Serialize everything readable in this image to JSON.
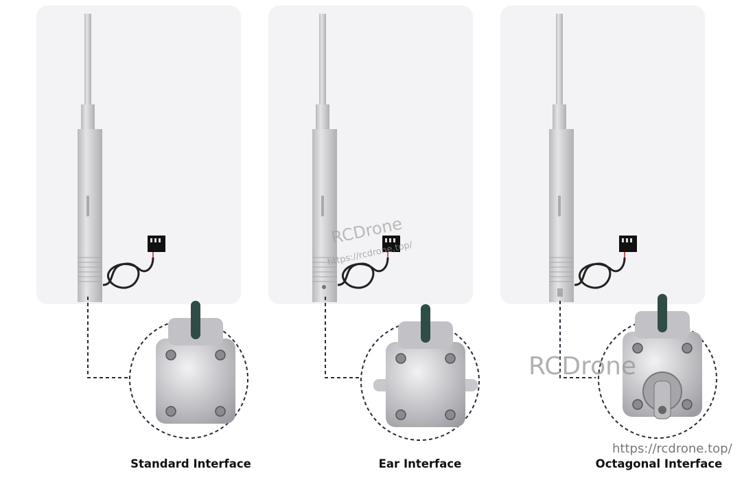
{
  "figure": {
    "variants": [
      {
        "label": "Standard Interface",
        "end_type": "standard"
      },
      {
        "label": "Ear Interface",
        "end_type": "ear"
      },
      {
        "label": "Octagonal Interface",
        "end_type": "octagonal"
      }
    ],
    "watermarks": {
      "brand": "RCDrone",
      "url": "https://rcdrone.top/"
    },
    "colors": {
      "panel": "#f3f3f5",
      "metal": "#c9c9cc",
      "connector": "#333344"
    }
  }
}
